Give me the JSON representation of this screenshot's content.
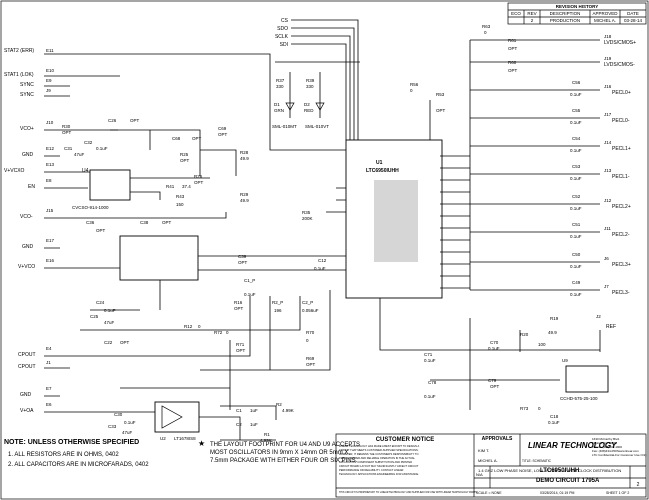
{
  "revision_history": {
    "title": "REVISION HISTORY",
    "headers": [
      "ECO",
      "REV",
      "DESCRIPTION",
      "APPROVED",
      "DATE"
    ],
    "row": [
      "",
      "2",
      "PRODUCTION",
      "MICHEL A.",
      "03-28-14"
    ]
  },
  "top_nets": [
    "CS",
    "SDO",
    "SCLK",
    "SDI"
  ],
  "left_nets": [
    {
      "text": "STAT2 (ERR)",
      "ref": "E11"
    },
    {
      "text": "STAT1 (LOK)",
      "ref": "E10"
    },
    {
      "text": "SYNC",
      "ref": "E9"
    },
    {
      "text": "SYNC",
      "ref": "J9"
    },
    {
      "text": "VCO+",
      "ref": "J10"
    },
    {
      "text": "GND",
      "ref": "E12"
    },
    {
      "text": "V+VCXO",
      "ref": "E13"
    },
    {
      "text": "EN",
      "ref": "E8"
    },
    {
      "text": "VCO-",
      "ref": "J15"
    },
    {
      "text": "GND",
      "ref": "E17"
    },
    {
      "text": "V+VCO",
      "ref": "E16"
    },
    {
      "text": "CPOUT",
      "ref": "E4"
    },
    {
      "text": "CPOUT",
      "ref": "J1"
    },
    {
      "text": "GND",
      "ref": "E7"
    },
    {
      "text": "V+OA",
      "ref": "E6"
    }
  ],
  "right_outputs": [
    {
      "text": "LVDS/CMOS+",
      "ref": "J18"
    },
    {
      "text": "LVDS/CMOS-",
      "ref": "J19"
    },
    {
      "text": "PECL0+",
      "ref": "J16"
    },
    {
      "text": "PECL0-",
      "ref": "J17"
    },
    {
      "text": "PECL1+",
      "ref": "J14"
    },
    {
      "text": "PECL1-",
      "ref": "J13"
    },
    {
      "text": "PECL2+",
      "ref": "J12"
    },
    {
      "text": "PECL2-",
      "ref": "J11"
    },
    {
      "text": "PECL3+",
      "ref": "J6"
    },
    {
      "text": "PECL3-",
      "ref": "J7"
    },
    {
      "text": "REF",
      "ref": "J2"
    }
  ],
  "main_ic": {
    "ref": "U1",
    "part": "LTC6950IUHH"
  },
  "u4": {
    "ref": "U4",
    "part": "CVCSO-914-1000"
  },
  "u2": {
    "ref": "U2",
    "part": "LT1678IS8"
  },
  "u9": {
    "ref": "U9",
    "part": "CCHD-575-25-100"
  },
  "leds": [
    {
      "ref": "D1",
      "label": "GRN",
      "part": "SML-010MT"
    },
    {
      "ref": "D2",
      "label": "RED",
      "part": "SML-010VT"
    }
  ],
  "components": [
    {
      "ref": "R37",
      "value": "330"
    },
    {
      "ref": "R39",
      "value": "330"
    },
    {
      "ref": "R30",
      "value": "OPT"
    },
    {
      "ref": "C26",
      "value": "OPT"
    },
    {
      "ref": "C32",
      "value": "0.1uF"
    },
    {
      "ref": "C31",
      "value": "47uF"
    },
    {
      "ref": "C68",
      "value": "OPT"
    },
    {
      "ref": "C69",
      "value": "OPT"
    },
    {
      "ref": "R25",
      "value": "OPT"
    },
    {
      "ref": "R26",
      "value": "OPT"
    },
    {
      "ref": "R28",
      "value": "49.9"
    },
    {
      "ref": "R29",
      "value": "49.9"
    },
    {
      "ref": "R41",
      "value": "37.4"
    },
    {
      "ref": "R43",
      "value": "150"
    },
    {
      "ref": "C36",
      "value": "OPT"
    },
    {
      "ref": "C38",
      "value": "OPT"
    },
    {
      "ref": "R35",
      "value": "200K"
    },
    {
      "ref": "C39",
      "value": "OPT"
    },
    {
      "ref": "C12",
      "value": "0.1uF"
    },
    {
      "ref": "R2_P",
      "value": "196"
    },
    {
      "ref": "C2_P",
      "value": "0.056uF"
    },
    {
      "ref": "C1_P",
      "value": "0.1uF"
    },
    {
      "ref": "R16",
      "value": "OPT"
    },
    {
      "ref": "R12",
      "value": "0"
    },
    {
      "ref": "C22",
      "value": "OPT"
    },
    {
      "ref": "C24",
      "value": "0.1uF"
    },
    {
      "ref": "C25",
      "value": "47uF"
    },
    {
      "ref": "R72",
      "value": "0"
    },
    {
      "ref": "R71",
      "value": "OPT"
    },
    {
      "ref": "R70",
      "value": "0"
    },
    {
      "ref": "R69",
      "value": "OPT"
    },
    {
      "ref": "R1",
      "value": "4.99K"
    },
    {
      "ref": "R2",
      "value": "4.99K"
    },
    {
      "ref": "C30",
      "value": "0.1uF"
    },
    {
      "ref": "C33",
      "value": "47uF"
    },
    {
      "ref": "C1",
      "value": "1uF"
    },
    {
      "ref": "C2",
      "value": "1uF"
    },
    {
      "ref": "R63",
      "value": "0"
    },
    {
      "ref": "R56",
      "value": "0"
    },
    {
      "ref": "R53",
      "value": "OPT"
    },
    {
      "ref": "R61",
      "value": "OPT"
    },
    {
      "ref": "R60",
      "value": "OPT"
    },
    {
      "ref": "C56",
      "value": "0.1uF"
    },
    {
      "ref": "C55",
      "value": "0.1uF"
    },
    {
      "ref": "C54",
      "value": "0.1uF"
    },
    {
      "ref": "C53",
      "value": "0.1uF"
    },
    {
      "ref": "C52",
      "value": "0.1uF"
    },
    {
      "ref": "C51",
      "value": "0.1uF"
    },
    {
      "ref": "C50",
      "value": "0.1uF"
    },
    {
      "ref": "C49",
      "value": "0.1uF"
    },
    {
      "ref": "R19",
      "value": "49.9"
    },
    {
      "ref": "R20",
      "value": "100"
    },
    {
      "ref": "C70",
      "value": "0.1uF"
    },
    {
      "ref": "C71",
      "value": "0.1uF"
    },
    {
      "ref": "C78",
      "value": "0.1uF"
    },
    {
      "ref": "C79",
      "value": "OPT"
    },
    {
      "ref": "R73",
      "value": "0"
    },
    {
      "ref": "C18",
      "value": "0.1uF"
    }
  ],
  "customer_notice": {
    "title": "CUSTOMER NOTICE",
    "lines": [
      "LINEAR TECHNOLOGY HAS MADE A BEST EFFORT TO DESIGN A",
      "CIRCUIT THAT MEETS CUSTOMER-SUPPLIED SPECIFICATIONS;",
      "HOWEVER, IT REMAINS THE CUSTOMER'S RESPONSIBILITY TO",
      "VERIFY PROPER AND RELIABLE OPERATION IN THE ACTUAL",
      "APPLICATION. COMPONENT SUBSTITUTION AND PRINTED",
      "CIRCUIT BOARD LAYOUT MAY SIGNIFICANTLY AFFECT CIRCUIT",
      "PERFORMANCE OR RELIABILITY. CONTACT LINEAR",
      "TECHNOLOGY APPLICATIONS ENGINEERING FOR ASSISTANCE."
    ],
    "footer": "THIS CIRCUIT IS PROPRIETARY TO LINEAR TECHNOLOGY AND SUPPLIED FOR USE WITH LINEAR TECHNOLOGY PARTS."
  },
  "approvals": {
    "title": "APPROVALS",
    "pcb_des": "KIM T.",
    "app_eng": "MICHEL A."
  },
  "company": {
    "logo": "LINEAR TECHNOLOGY",
    "address": [
      "1630 McCarthy Blvd.",
      "Milpitas, CA 95035",
      "Phone: (408)432-1900",
      "Fax: (408)434-0507",
      "www.linear.com"
    ],
    "confidential": "LTC Confidential-For Customer Use Only"
  },
  "title_block": {
    "title_label": "TITLE: SCHEMATIC",
    "title": "1.4 GHZ LOW PHASE NOISE, LOW JITTER PLL WITH CLOCK DISTRIBUTION",
    "size": "N/A",
    "ic_no": "LTC6950IUHH",
    "demo": "DEMO CIRCUIT 1795A",
    "rev": "2",
    "scale": "SCALE = NONE",
    "date": "03/28/2014, 01:19 PM",
    "sheet": "SHEET 1 OF 2"
  },
  "notes": {
    "title": "NOTE: UNLESS OTHERWISE SPECIFIED",
    "items": [
      "1. ALL RESISTORS ARE IN OHMS, 0402",
      "2. ALL CAPACITORS ARE IN MICROFARADS, 0402"
    ]
  },
  "footprint_note": [
    "THE LAYOUT FOOTPRINT FOR U4 AND U9 ACCEPTS",
    "MOST OSCILLATORS IN 9mm X 14mm OR 5mm X",
    "7.5mm PACKAGE WITH EITHER FOUR OR SIX PINS."
  ]
}
